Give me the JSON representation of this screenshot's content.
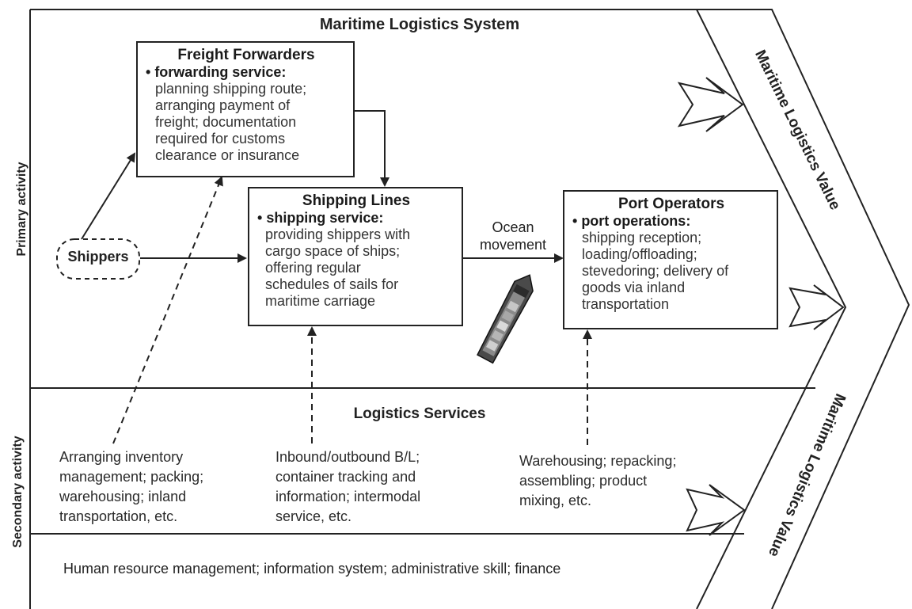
{
  "title": "Maritime Logistics System",
  "side_labels": {
    "primary": "Primary activity",
    "secondary": "Secondary activity"
  },
  "value_labels": {
    "top": "Maritime Logistics Value",
    "bottom": "Maritime Logistics Value"
  },
  "freight_forwarders": {
    "title": "Freight Forwarders",
    "service": "forwarding service:",
    "lines": [
      "planning shipping route;",
      "arranging payment of",
      "freight; documentation",
      "required for customs",
      "clearance or insurance"
    ]
  },
  "shipping_lines": {
    "title": "Shipping Lines",
    "service": "shipping service:",
    "lines": [
      "providing shippers with",
      "cargo space of ships;",
      "offering regular",
      "schedules of sails for",
      "maritime carriage"
    ]
  },
  "port_operators": {
    "title": "Port Operators",
    "service": "port operations:",
    "lines": [
      "shipping reception;",
      "loading/offloading;",
      "stevedoring; delivery of",
      "goods via inland",
      "transportation"
    ]
  },
  "shippers": "Shippers",
  "ocean_movement": [
    "Ocean",
    "movement"
  ],
  "logistics_services": {
    "title": "Logistics Services",
    "col1": [
      "Arranging inventory",
      "management; packing;",
      "warehousing; inland",
      "transportation, etc."
    ],
    "col2": [
      "Inbound/outbound B/L;",
      "container tracking and",
      "information; intermodal",
      "service, etc."
    ],
    "col3": [
      "Warehousing; repacking;",
      "assembling; product",
      "mixing, etc."
    ]
  },
  "support": "Human resource management; information system; administrative skill; finance"
}
